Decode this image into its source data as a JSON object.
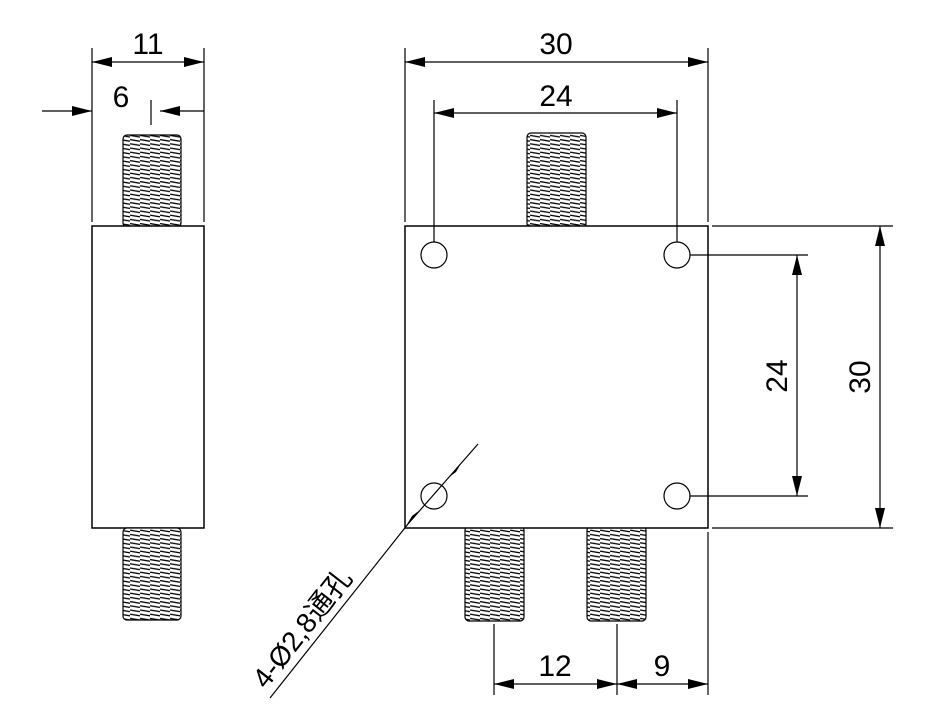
{
  "dimensions": {
    "side_width": "11",
    "side_thread": "6",
    "front_width": "30",
    "front_hole_spacing_x": "24",
    "front_hole_spacing_y": "24",
    "front_height": "30",
    "bottom_port_spacing": "12",
    "bottom_port_offset": "9"
  },
  "note": "4-Ø2,8通孔"
}
